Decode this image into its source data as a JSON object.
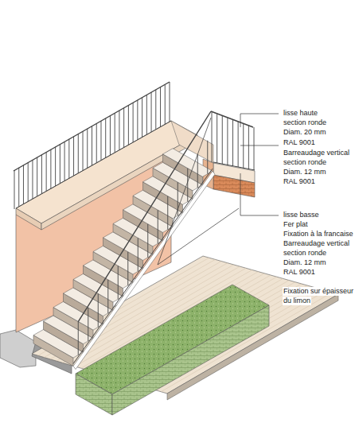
{
  "diagram": {
    "labels": [
      "lisse haute",
      "section ronde",
      "Diam. 20 mm",
      "RAL 9001",
      "Barreaudage vertical",
      "section ronde",
      "Diam. 12 mm",
      "RAL 9001",
      "lisse basse",
      "Fer plat",
      "Fixation à la francaise",
      "Barreaudage vertical",
      "section ronde",
      "Diam. 12 mm",
      "RAL 9001",
      "Fixation sur épaisseur",
      "du limon"
    ]
  }
}
